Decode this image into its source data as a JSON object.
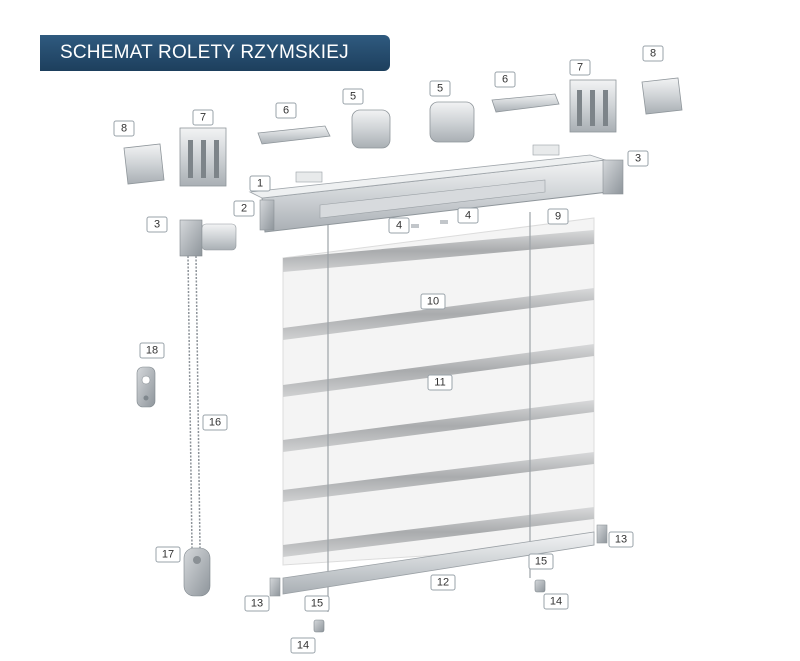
{
  "title": "SCHEMAT ROLETY RZYMSKIEJ",
  "labels": {
    "n1": "1",
    "n2": "2",
    "n3": "3",
    "n4": "4",
    "n5": "5",
    "n6": "6",
    "n7": "7",
    "n8": "8",
    "n9": "9",
    "n10": "10",
    "n11": "11",
    "n12": "12",
    "n13": "13",
    "n14": "14",
    "n15": "15",
    "n16": "16",
    "n17": "17",
    "n18": "18"
  },
  "colors": {
    "banner": "#1d3f5d",
    "part_light": "#e4e6e8",
    "part_mid": "#c9cdd1",
    "part_dark": "#9ca3a9",
    "fabric_stripe": "#b8babc"
  }
}
